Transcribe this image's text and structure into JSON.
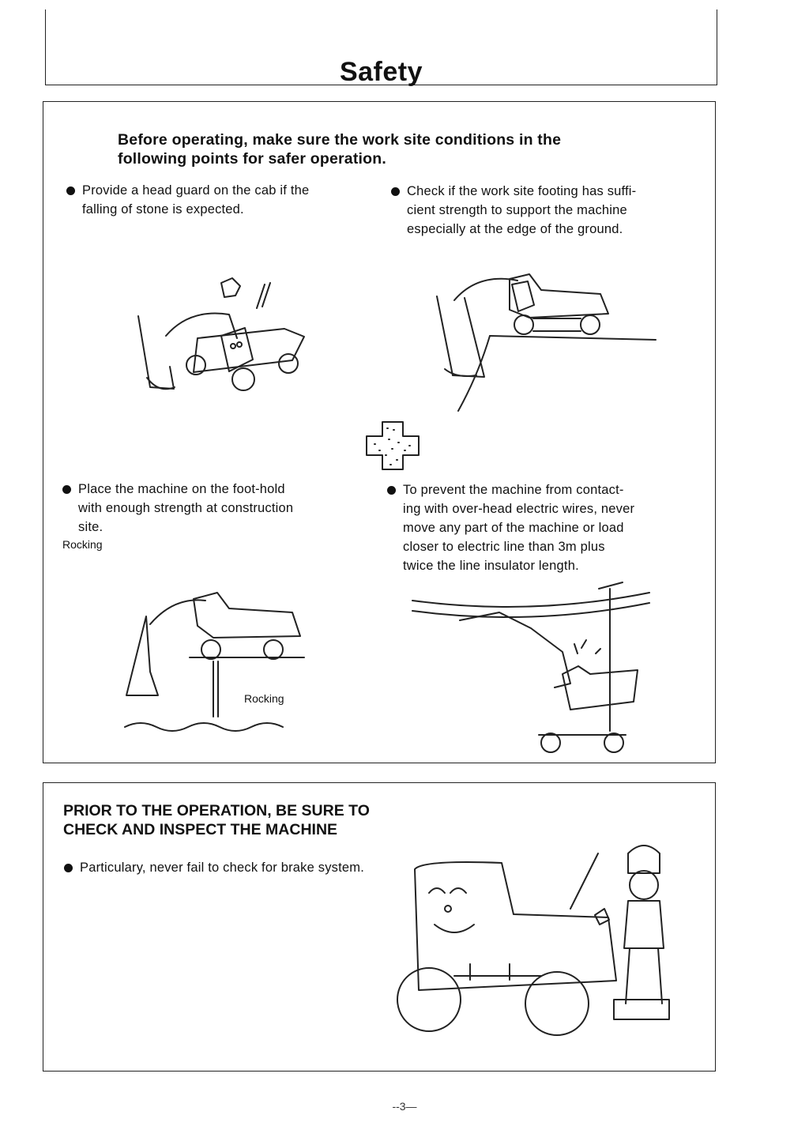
{
  "header": {
    "title": "Safety"
  },
  "section1": {
    "intro_line1": "Before operating, make sure the work site conditions in the",
    "intro_line2": "following points for safer operation.",
    "bullets": [
      {
        "line1": "Provide a head guard on the cab if the",
        "line2": "falling of stone is expected."
      },
      {
        "line1": "Check if the work site footing has suffi-",
        "line2": "cient strength to support the machine",
        "line3": "especially at the edge of the ground."
      },
      {
        "line1": "Place the machine on the foot-hold",
        "line2": "with enough strength at construction",
        "line3": "site.",
        "note": "Rocking"
      },
      {
        "line1": "To prevent the machine from contact-",
        "line2": "ing with over-head electric wires, never",
        "line3": "move any part of the machine or load",
        "line4": "closer to electric line than 3m plus",
        "line5": "twice the line insulator length."
      }
    ],
    "illustration_label": "Rocking"
  },
  "section2": {
    "heading_line1": "PRIOR TO THE OPERATION, BE SURE TO",
    "heading_line2": "CHECK AND INSPECT THE MACHINE",
    "bullet": "Particulary, never fail to check for brake system."
  },
  "footer": {
    "page_number": "--3—"
  }
}
